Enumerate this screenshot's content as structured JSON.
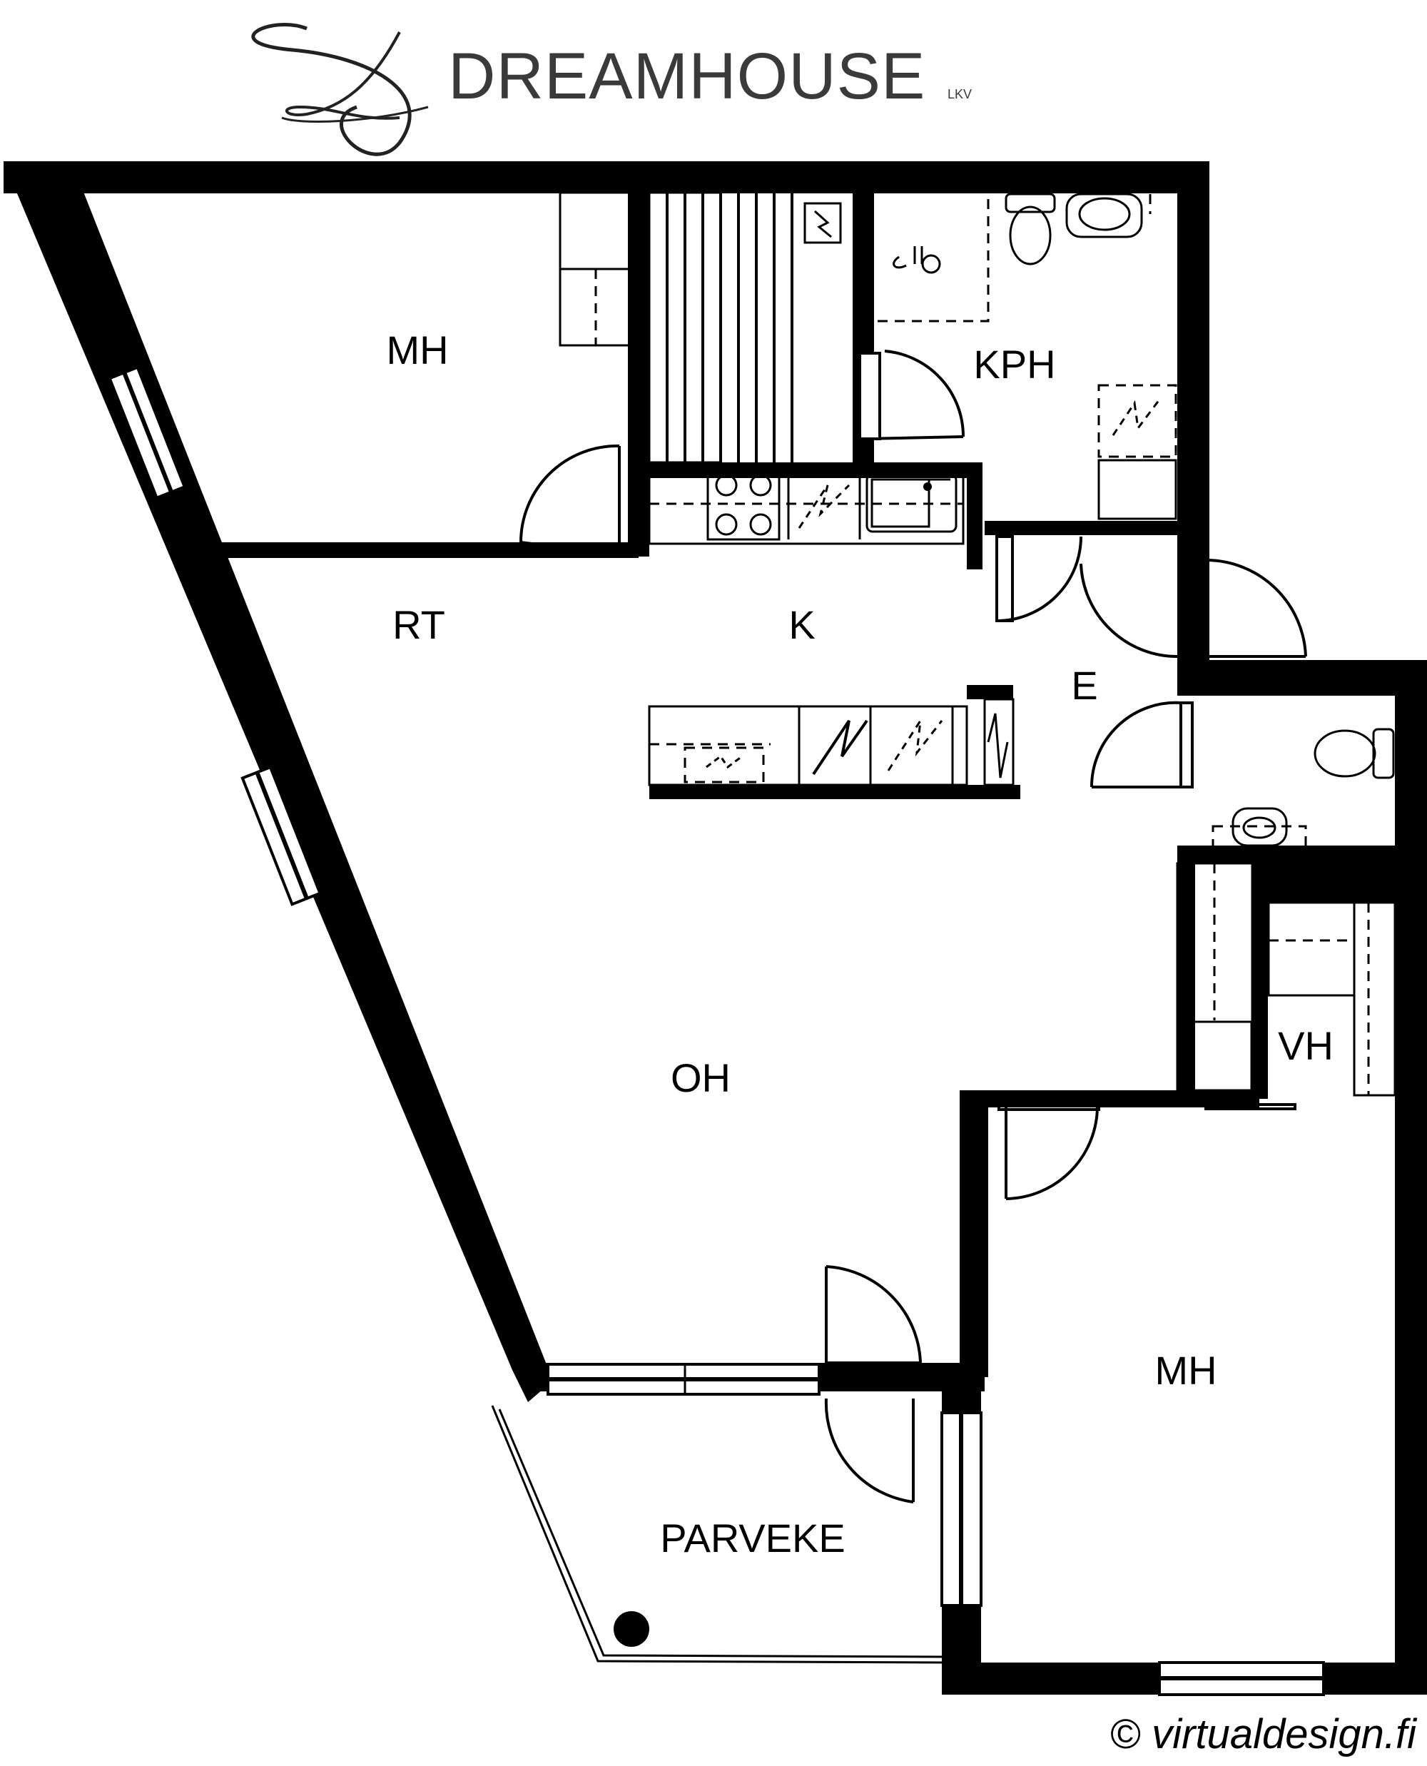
{
  "brand": {
    "name": "DREAMHOUSE",
    "suffix": "LKV",
    "logo_icon": "script-d-monogram-icon"
  },
  "rooms": {
    "mh_top": "MH",
    "kph": "KPH",
    "rt": "RT",
    "k": "K",
    "e": "E",
    "oh": "OH",
    "vh": "VH",
    "mh_bottom": "MH",
    "parveke": "PARVEKE"
  },
  "credit": "© virtualdesign.fi",
  "colors": {
    "wall": "#000000",
    "background": "#ffffff",
    "brand_text": "#3a3a3a"
  }
}
